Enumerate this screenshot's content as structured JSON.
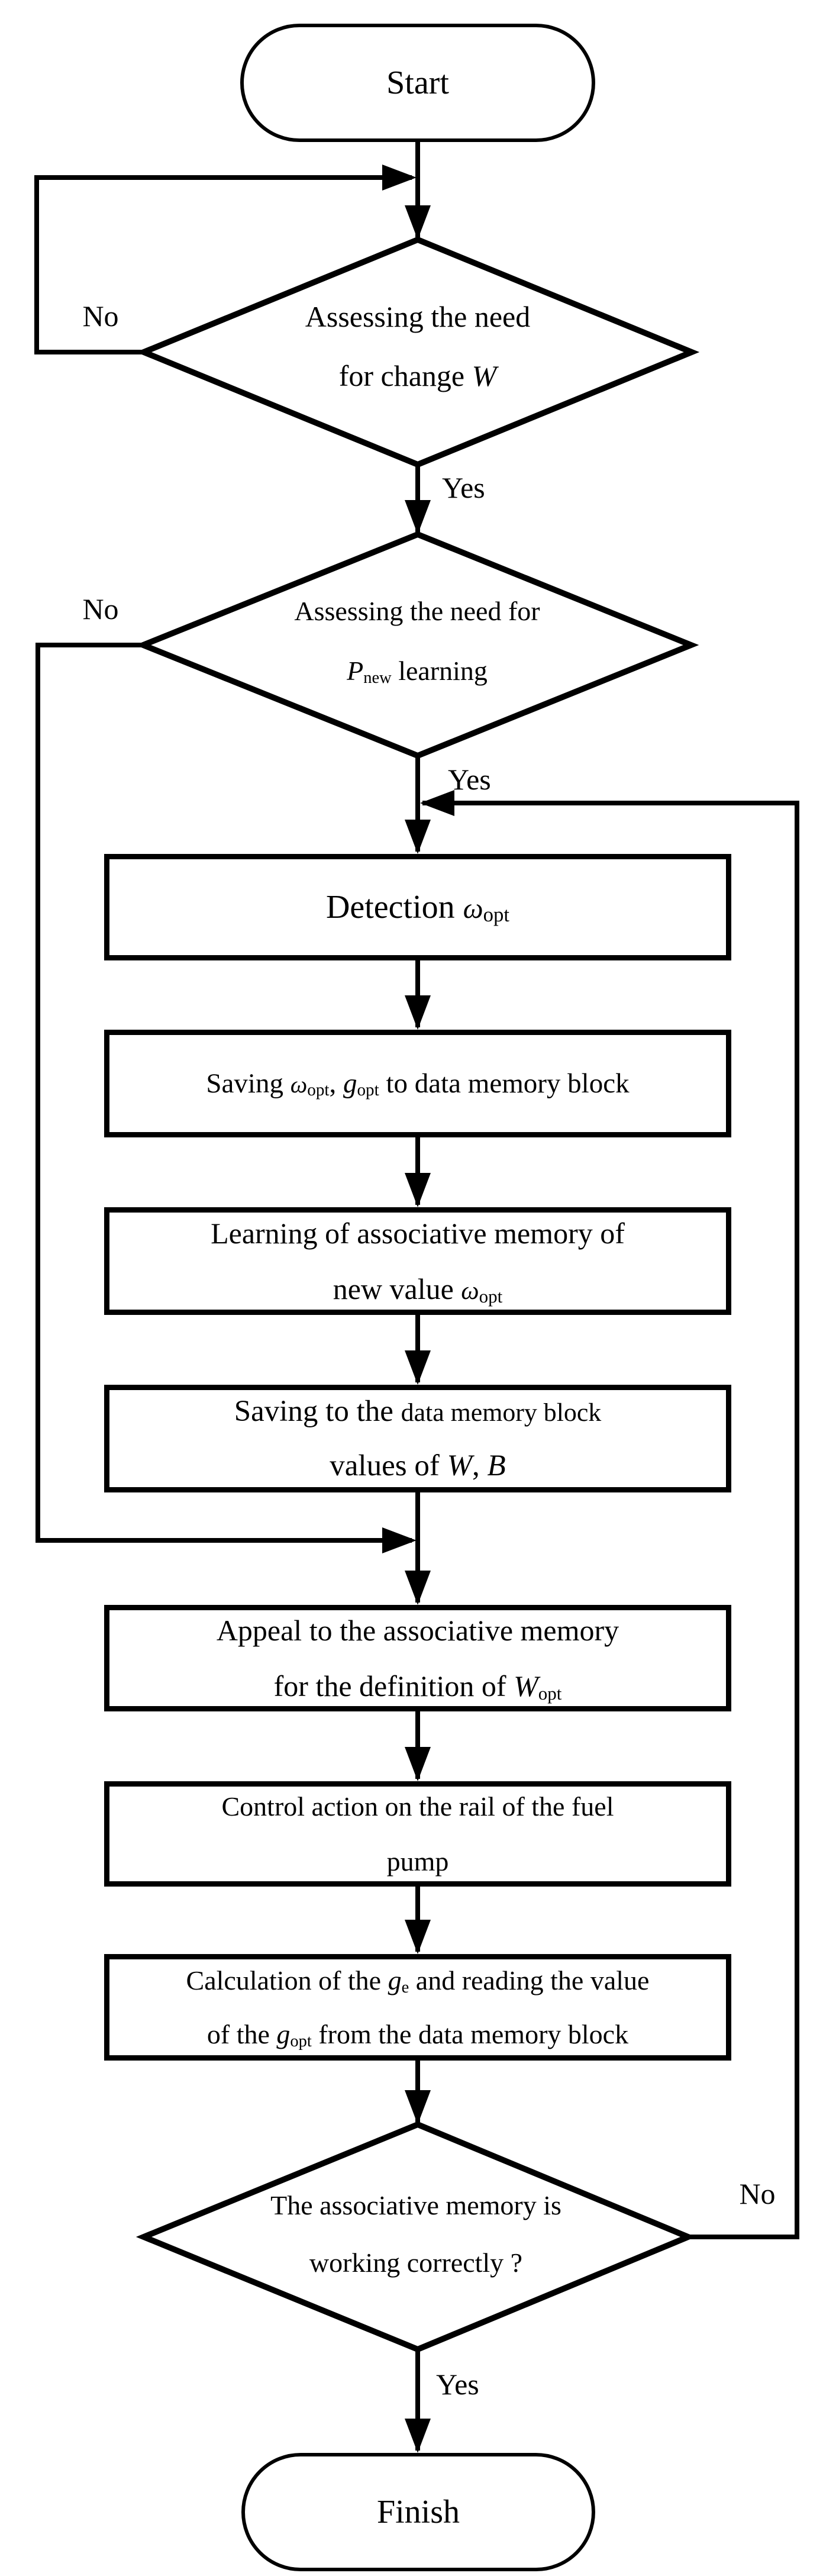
{
  "colors": {
    "stroke": "#000000",
    "background": "#ffffff"
  },
  "flowchart": {
    "start": {
      "label": "Start"
    },
    "finish": {
      "label": "Finish"
    },
    "edge_labels": {
      "yes": "Yes",
      "no": "No"
    },
    "decisions": {
      "d1": {
        "name": "assess-need-change-w",
        "lines": [
          [
            {
              "t": "Assessing the need"
            }
          ],
          [
            {
              "t": "for change "
            },
            {
              "t": "W",
              "i": true
            }
          ]
        ]
      },
      "d2": {
        "name": "assess-need-pnew-learning",
        "lines": [
          [
            {
              "t": "Assessing the need for"
            }
          ],
          [
            {
              "t": "P",
              "i": true
            },
            {
              "t": "new",
              "sub": true
            },
            {
              "t": " learning"
            }
          ]
        ]
      },
      "d3": {
        "name": "associative-memory-working-correctly",
        "lines": [
          [
            {
              "t": "The associative memory is"
            }
          ],
          [
            {
              "t": "working correctly ?"
            }
          ]
        ]
      }
    },
    "processes": {
      "b1": {
        "name": "detection-omega-opt",
        "lines": [
          [
            {
              "t": "Detection "
            },
            {
              "t": "ω",
              "i": true,
              "small": true
            },
            {
              "t": "opt",
              "sub": true
            }
          ]
        ]
      },
      "b2": {
        "name": "saving-omega-g-to-data-memory",
        "lines": [
          [
            {
              "t": "Saving "
            },
            {
              "t": "ω",
              "i": true,
              "small": true
            },
            {
              "t": "opt",
              "sub": true
            },
            {
              "t": ", "
            },
            {
              "t": "g",
              "i": true
            },
            {
              "t": "opt",
              "sub": true
            },
            {
              "t": " to data memory block"
            }
          ]
        ]
      },
      "b3": {
        "name": "learning-associative-memory",
        "lines": [
          [
            {
              "t": "Learning of associative memory of"
            }
          ],
          [
            {
              "t": "new value "
            },
            {
              "t": "ω",
              "i": true,
              "small": true
            },
            {
              "t": "opt",
              "sub": true
            }
          ]
        ]
      },
      "b4": {
        "name": "saving-values-w-b",
        "lines": [
          [
            {
              "t": "Saving to the "
            },
            {
              "t": "data memory block",
              "small": true
            }
          ],
          [
            {
              "t": "values of "
            },
            {
              "t": "W",
              "i": true
            },
            {
              "t": ", "
            },
            {
              "t": "B",
              "i": true
            }
          ]
        ]
      },
      "b5": {
        "name": "appeal-associative-memory",
        "lines": [
          [
            {
              "t": "Appeal to the associative memory"
            }
          ],
          [
            {
              "t": "for the definition of "
            },
            {
              "t": "W",
              "i": true
            },
            {
              "t": "opt",
              "sub": true
            }
          ]
        ]
      },
      "b6": {
        "name": "control-action-fuel-pump",
        "lines": [
          [
            {
              "t": "Control action on the rail of the fuel"
            }
          ],
          [
            {
              "t": "pump"
            }
          ]
        ]
      },
      "b7": {
        "name": "calculation-ge-read-gopt",
        "lines": [
          [
            {
              "t": "Calculation of the "
            },
            {
              "t": "g",
              "i": true
            },
            {
              "t": "e",
              "sub": true
            },
            {
              "t": " and reading the value"
            }
          ],
          [
            {
              "t": "of the "
            },
            {
              "t": "g",
              "i": true
            },
            {
              "t": "opt",
              "sub": true
            },
            {
              "t": " from the data memory block"
            }
          ]
        ]
      }
    }
  }
}
